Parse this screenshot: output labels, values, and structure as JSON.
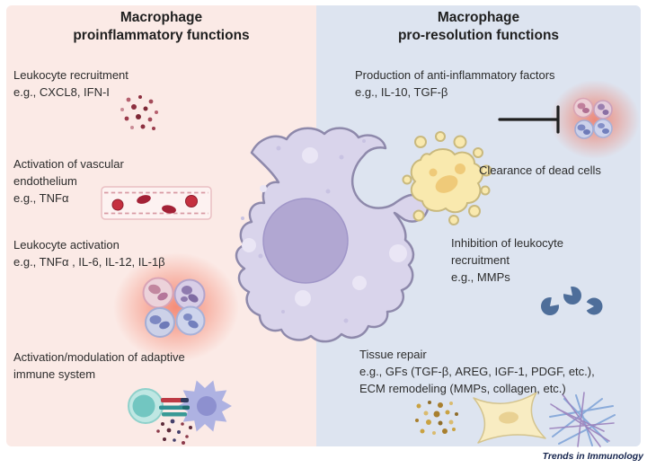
{
  "left_panel": {
    "title": "Macrophage\nproinflammatory functions",
    "bg_color": "#fbeae6",
    "items": [
      {
        "label": "Leukocyte recruitment",
        "example": "e.g., CXCL8, IFN-I"
      },
      {
        "label": "Activation of vascular\nendothelium",
        "example": "e.g., TNFα"
      },
      {
        "label": "Leukocyte activation",
        "example": "e.g., TNFα , IL-6, IL-12, IL-1β"
      },
      {
        "label": "Activation/modulation of adaptive\nimmune system",
        "example": ""
      }
    ]
  },
  "right_panel": {
    "title": "Macrophage\npro-resolution functions",
    "bg_color": "#dde4f0",
    "items": [
      {
        "label": "Production of anti-inflammatory factors",
        "example": "e.g., IL-10, TGF-β"
      },
      {
        "label": "Clearance of dead cells",
        "example": ""
      },
      {
        "label": "Inhibition of leukocyte\nrecruitment",
        "example": "e.g., MMPs"
      },
      {
        "label": "Tissue repair",
        "example": "e.g., GFs (TGF-β, AREG, IGF-1, PDGF, etc.),\nECM remodeling (MMPs, collagen, etc.)"
      }
    ]
  },
  "footer": {
    "journal": "Trends in Immunology"
  },
  "illustrations": {
    "macrophage-cell-icon": "large central macrophage with nucleus and vesicles",
    "cytokine-dots-icon": "scattered red cytokine dots",
    "blood-vessel-icon": "vessel with red blood cells",
    "leukocyte-cluster-icon": "four leukocytes on red inflammation glow",
    "t-cell-synapse-icon": "T cell and antigen-presenting cell with receptor bars",
    "inhibition-bar-icon": "blunt-end inhibition arrow",
    "apoptotic-cell-icon": "yellow apoptotic cell with blebs",
    "mmp-enzymes-icon": "three pac-man shaped enzymes",
    "growth-factor-dots-icon": "scattered yellow growth factor dots",
    "fibroblast-icon": "star-shaped fibroblast",
    "ecm-fibers-icon": "criss-cross collagen fiber mesh"
  },
  "colors": {
    "left_bg": "#fbeae6",
    "right_bg": "#dde4f0",
    "glow_red": "#f2654a",
    "macrophage_body": "#d9d4eb",
    "macrophage_nucleus": "#b1a7d2",
    "rbc_red": "#c5303f",
    "mmp_blue": "#4e6e9a",
    "apoptotic_yellow": "#f9e9ae",
    "footer_text": "#16254e"
  }
}
